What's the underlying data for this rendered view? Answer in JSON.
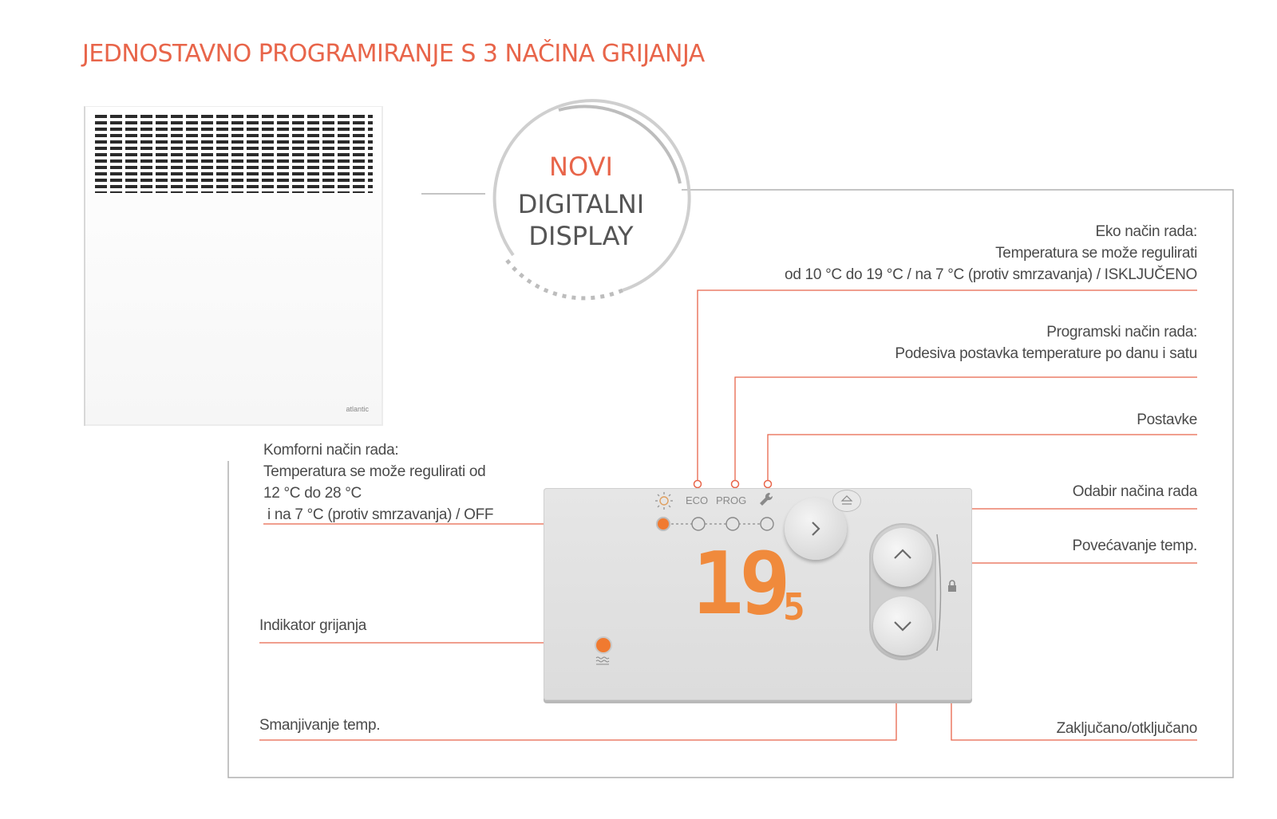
{
  "title": "JEDNOSTAVNO PROGRAMIRANJE S 3 NAČINA GRIJANJA",
  "heater": {
    "brand": "atlantic"
  },
  "badge": {
    "line1": "NOVI",
    "line2": "DIGITALNI",
    "line3": "DISPLAY"
  },
  "labels": {
    "eco": [
      "Eko način rada:",
      "Temperatura se može regulirati",
      "od 10 °C do 19 °C / na 7 °C (protiv smrzavanja) / ISKLJUČENO"
    ],
    "prog": [
      "Programski način rada:",
      "Podesiva postavka temperature po danu i satu"
    ],
    "settings": "Postavke",
    "mode_select": "Odabir načina rada",
    "increase": "Povećavanje temp.",
    "comfort": [
      "Komforni način rada:",
      "Temperatura se može regulirati od",
      "12 °C do 28 °C",
      " i na 7 °C (protiv smrzavanja) / OFF"
    ],
    "heating_indicator": "Indikator grijanja",
    "decrease": "Smanjivanje temp.",
    "lock": "Zaključano/otključano"
  },
  "display": {
    "mode_eco": "ECO",
    "mode_prog": "PROG",
    "temperature": "19",
    "decimal": "5"
  },
  "colors": {
    "accent": "#e8654a",
    "digits": "#f08a3c",
    "text": "#4a4a4a",
    "panel": "#e2e2e2"
  }
}
